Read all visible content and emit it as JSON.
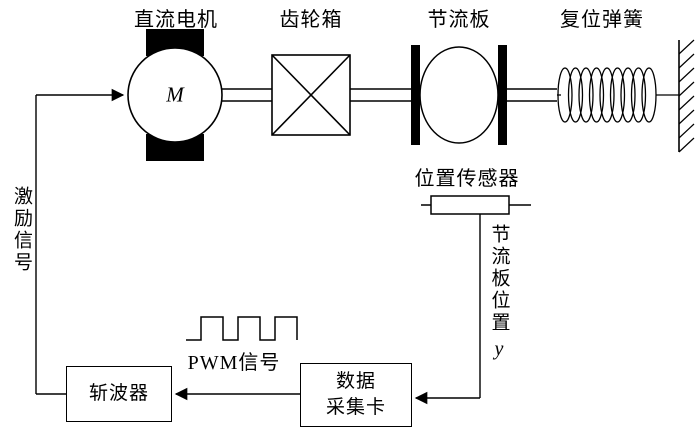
{
  "diagram": {
    "components": {
      "dc_motor": {
        "label": "直流电机",
        "symbol": "M"
      },
      "gearbox": {
        "label": "齿轮箱"
      },
      "throttle_plate": {
        "label": "节流板"
      },
      "return_spring": {
        "label": "复位弹簧"
      },
      "position_sensor": {
        "label": "位置传感器"
      },
      "chopper": {
        "label": "斩波器"
      },
      "daq": {
        "line1": "数据",
        "line2": "采集卡"
      }
    },
    "signals": {
      "excitation": "激励信号",
      "pwm": "PWM信号",
      "throttle_position": "节流板位置",
      "throttle_position_var": "y"
    },
    "colors": {
      "ink": "#000000",
      "background": "#ffffff"
    }
  }
}
